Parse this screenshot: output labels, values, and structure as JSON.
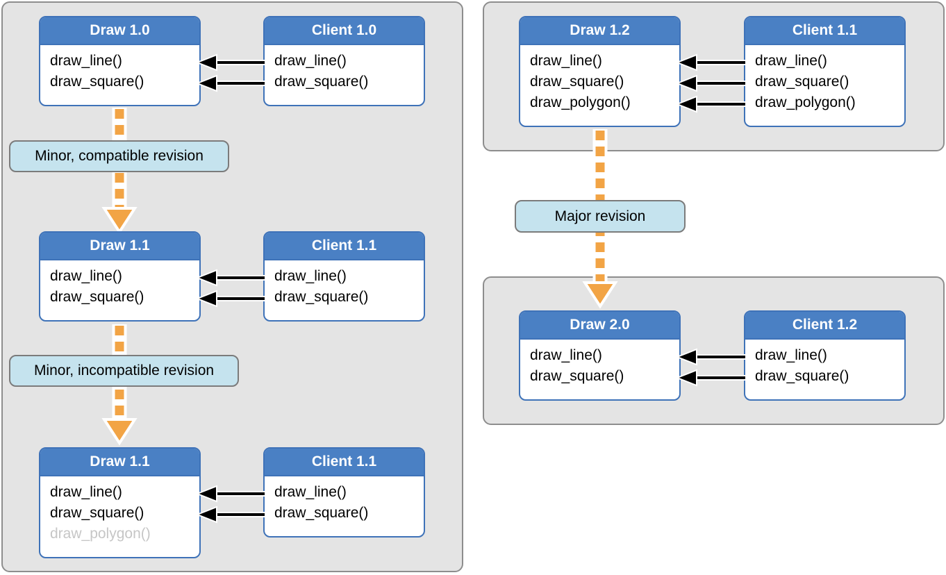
{
  "boxes": {
    "l1_draw": {
      "title": "Draw 1.0",
      "functions": [
        "draw_line()",
        "draw_square()"
      ]
    },
    "l1_client": {
      "title": "Client 1.0",
      "functions": [
        "draw_line()",
        "draw_square()"
      ]
    },
    "l2_draw": {
      "title": "Draw 1.1",
      "functions": [
        "draw_line()",
        "draw_square()"
      ]
    },
    "l2_client": {
      "title": "Client 1.1",
      "functions": [
        "draw_line()",
        "draw_square()"
      ]
    },
    "l3_draw": {
      "title": "Draw 1.1",
      "functions": [
        "draw_line()",
        "draw_square()"
      ],
      "disabled_function": "draw_polygon()"
    },
    "l3_client": {
      "title": "Client 1.1",
      "functions": [
        "draw_line()",
        "draw_square()"
      ]
    },
    "r1_draw": {
      "title": "Draw 1.2",
      "functions": [
        "draw_line()",
        "draw_square()",
        "draw_polygon()"
      ]
    },
    "r1_client": {
      "title": "Client 1.1",
      "functions": [
        "draw_line()",
        "draw_square()",
        "draw_polygon()"
      ]
    },
    "r2_draw": {
      "title": "Draw 2.0",
      "functions": [
        "draw_line()",
        "draw_square()"
      ]
    },
    "r2_client": {
      "title": "Client 1.2",
      "functions": [
        "draw_line()",
        "draw_square()"
      ]
    }
  },
  "labels": {
    "minor_compatible": "Minor, compatible revision",
    "minor_incompatible": "Minor, incompatible revision",
    "major": "Major revision"
  },
  "colors": {
    "header_blue": "#4a80c4",
    "box_border": "#3e72b8",
    "panel_fill": "#e4e4e4",
    "panel_border": "#8d8d8d",
    "label_fill": "#c5e3ee",
    "label_border": "#7b7b7b",
    "arrow_orange": "#f2a445",
    "arrow_black": "#000000",
    "disabled_text": "#c6c6c6"
  }
}
